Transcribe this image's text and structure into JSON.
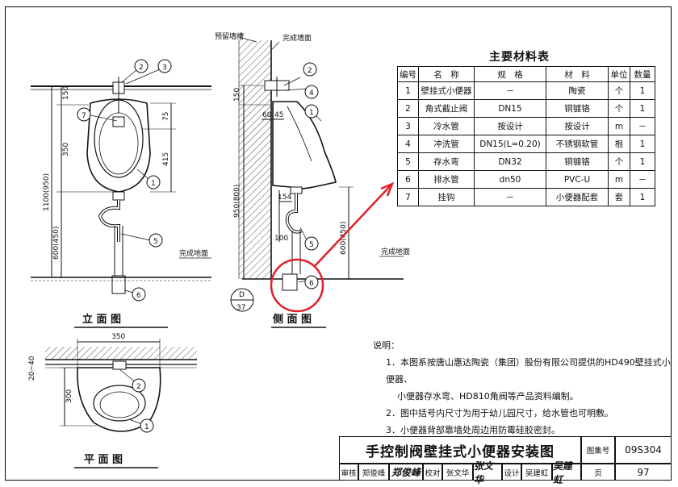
{
  "views": {
    "elevation": "立 面 图",
    "side": "侧 面 图",
    "plan": "平 面 图"
  },
  "annotations": {
    "wall_reserved": "预留墙槽",
    "finished_wall": "完成墙面",
    "finished_floor_left": "完成地面",
    "finished_floor_right": "完成地面",
    "detail_letter": "D",
    "detail_sheet": "37"
  },
  "dimensions": {
    "elev_150": "150",
    "elev_350": "350",
    "elev_75": "75",
    "elev_415": "415",
    "elev_1100": "1100(950)",
    "elev_600": "600(450)",
    "side_150": "150",
    "side_60": "60",
    "side_45": "45",
    "side_950": "950(800)",
    "side_154": "154",
    "side_100": "100",
    "side_600": "600(450)",
    "plan_350": "350",
    "plan_20_40": "20~40",
    "plan_300": "300"
  },
  "callouts": [
    "1",
    "2",
    "3",
    "4",
    "5",
    "6",
    "7"
  ],
  "materials": {
    "title": "主要材料表",
    "headers": [
      "编号",
      "名　称",
      "规　格",
      "材　料",
      "单位",
      "数量"
    ],
    "rows": [
      [
        "1",
        "壁挂式小便器",
        "－",
        "陶瓷",
        "个",
        "1"
      ],
      [
        "2",
        "角式截止阀",
        "DN15",
        "铜镀铬",
        "个",
        "1"
      ],
      [
        "3",
        "冷水管",
        "按设计",
        "按设计",
        "m",
        "－"
      ],
      [
        "4",
        "冲洗管",
        "DN15(L=0.20)",
        "不锈钢软管",
        "根",
        "1"
      ],
      [
        "5",
        "存水弯",
        "DN32",
        "铜镀铬",
        "个",
        "1"
      ],
      [
        "6",
        "排水管",
        "dn50",
        "PVC-U",
        "m",
        "－"
      ],
      [
        "7",
        "挂钩",
        "－",
        "小便器配套",
        "套",
        "1"
      ]
    ]
  },
  "notes": {
    "heading": "说明：",
    "items": [
      "1．本图系按唐山惠达陶瓷（集团）股份有限公司提供的HD490壁挂式小便器、",
      "小便器存水弯、HD810角阀等产品资料编制。",
      "2．图中括号内尺寸为用于幼儿园尺寸，给水管也可明敷。",
      "3．小便器背部靠墙处周边用防霉硅胶密封。"
    ]
  },
  "title_block": {
    "title": "手控制阀壁挂式小便器安装图",
    "atlas_label": "图集号",
    "atlas_no": "09S304",
    "page_label": "页",
    "page_no": "97",
    "review_label": "审核",
    "reviewer": "郑俊峰",
    "reviewer_sig": "郑俊峰",
    "check_label": "校对",
    "checker": "张文华",
    "checker_sig": "张文华",
    "design_label": "设计",
    "designer": "吴建虹",
    "designer_sig": "吴建虹"
  },
  "colors": {
    "highlight": "#e0202a",
    "ink": "#111111"
  }
}
